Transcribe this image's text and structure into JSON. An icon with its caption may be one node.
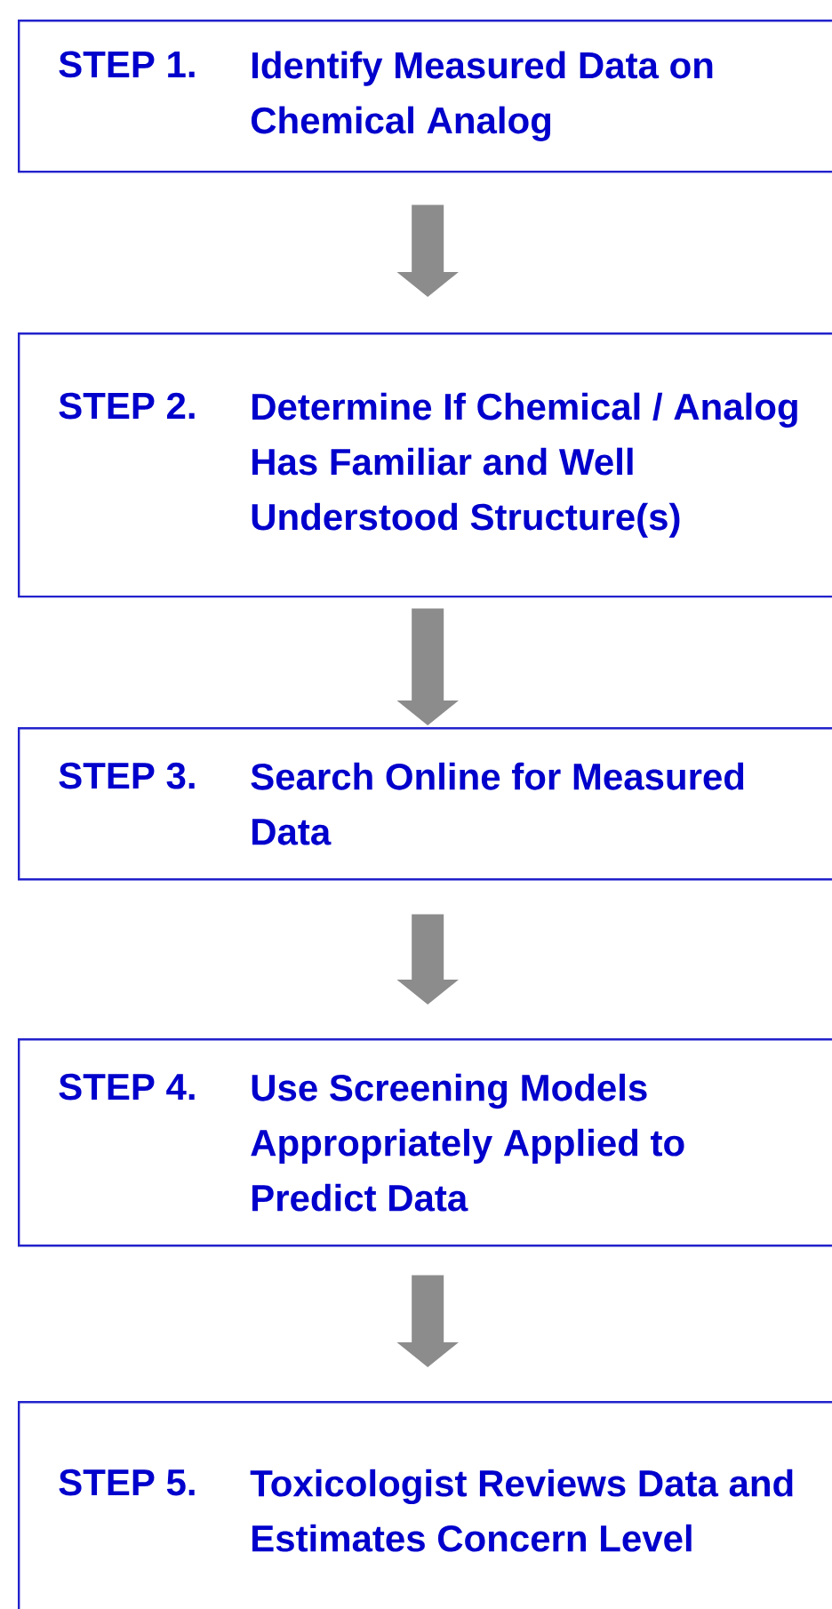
{
  "diagram": {
    "nodes": [
      {
        "text": [
          "STEP 1.",
          "Identify Measured Data on Chemical Analog"
        ]
      },
      {
        "text": [
          "STEP 2.",
          "Determine If Chemical / Analog Has Familiar and Well Understood Structure(s)"
        ]
      },
      {
        "text": [
          "STEP 3.",
          "Search Online for Measured Data"
        ]
      },
      {
        "text": [
          "STEP 4.",
          "Use Screening Models Appropriately Applied to Predict Data"
        ]
      },
      {
        "text": [
          "STEP 5.",
          "Toxicologist Reviews Data and Estimates Concern Level"
        ]
      }
    ],
    "edges": [
      {
        "from": 0,
        "to": 1,
        "arrow": "to"
      },
      {
        "from": 1,
        "to": 2,
        "arrow": "to"
      },
      {
        "from": 2,
        "to": 3,
        "arrow": "to"
      },
      {
        "from": 3,
        "to": 4,
        "arrow": "to"
      }
    ]
  }
}
